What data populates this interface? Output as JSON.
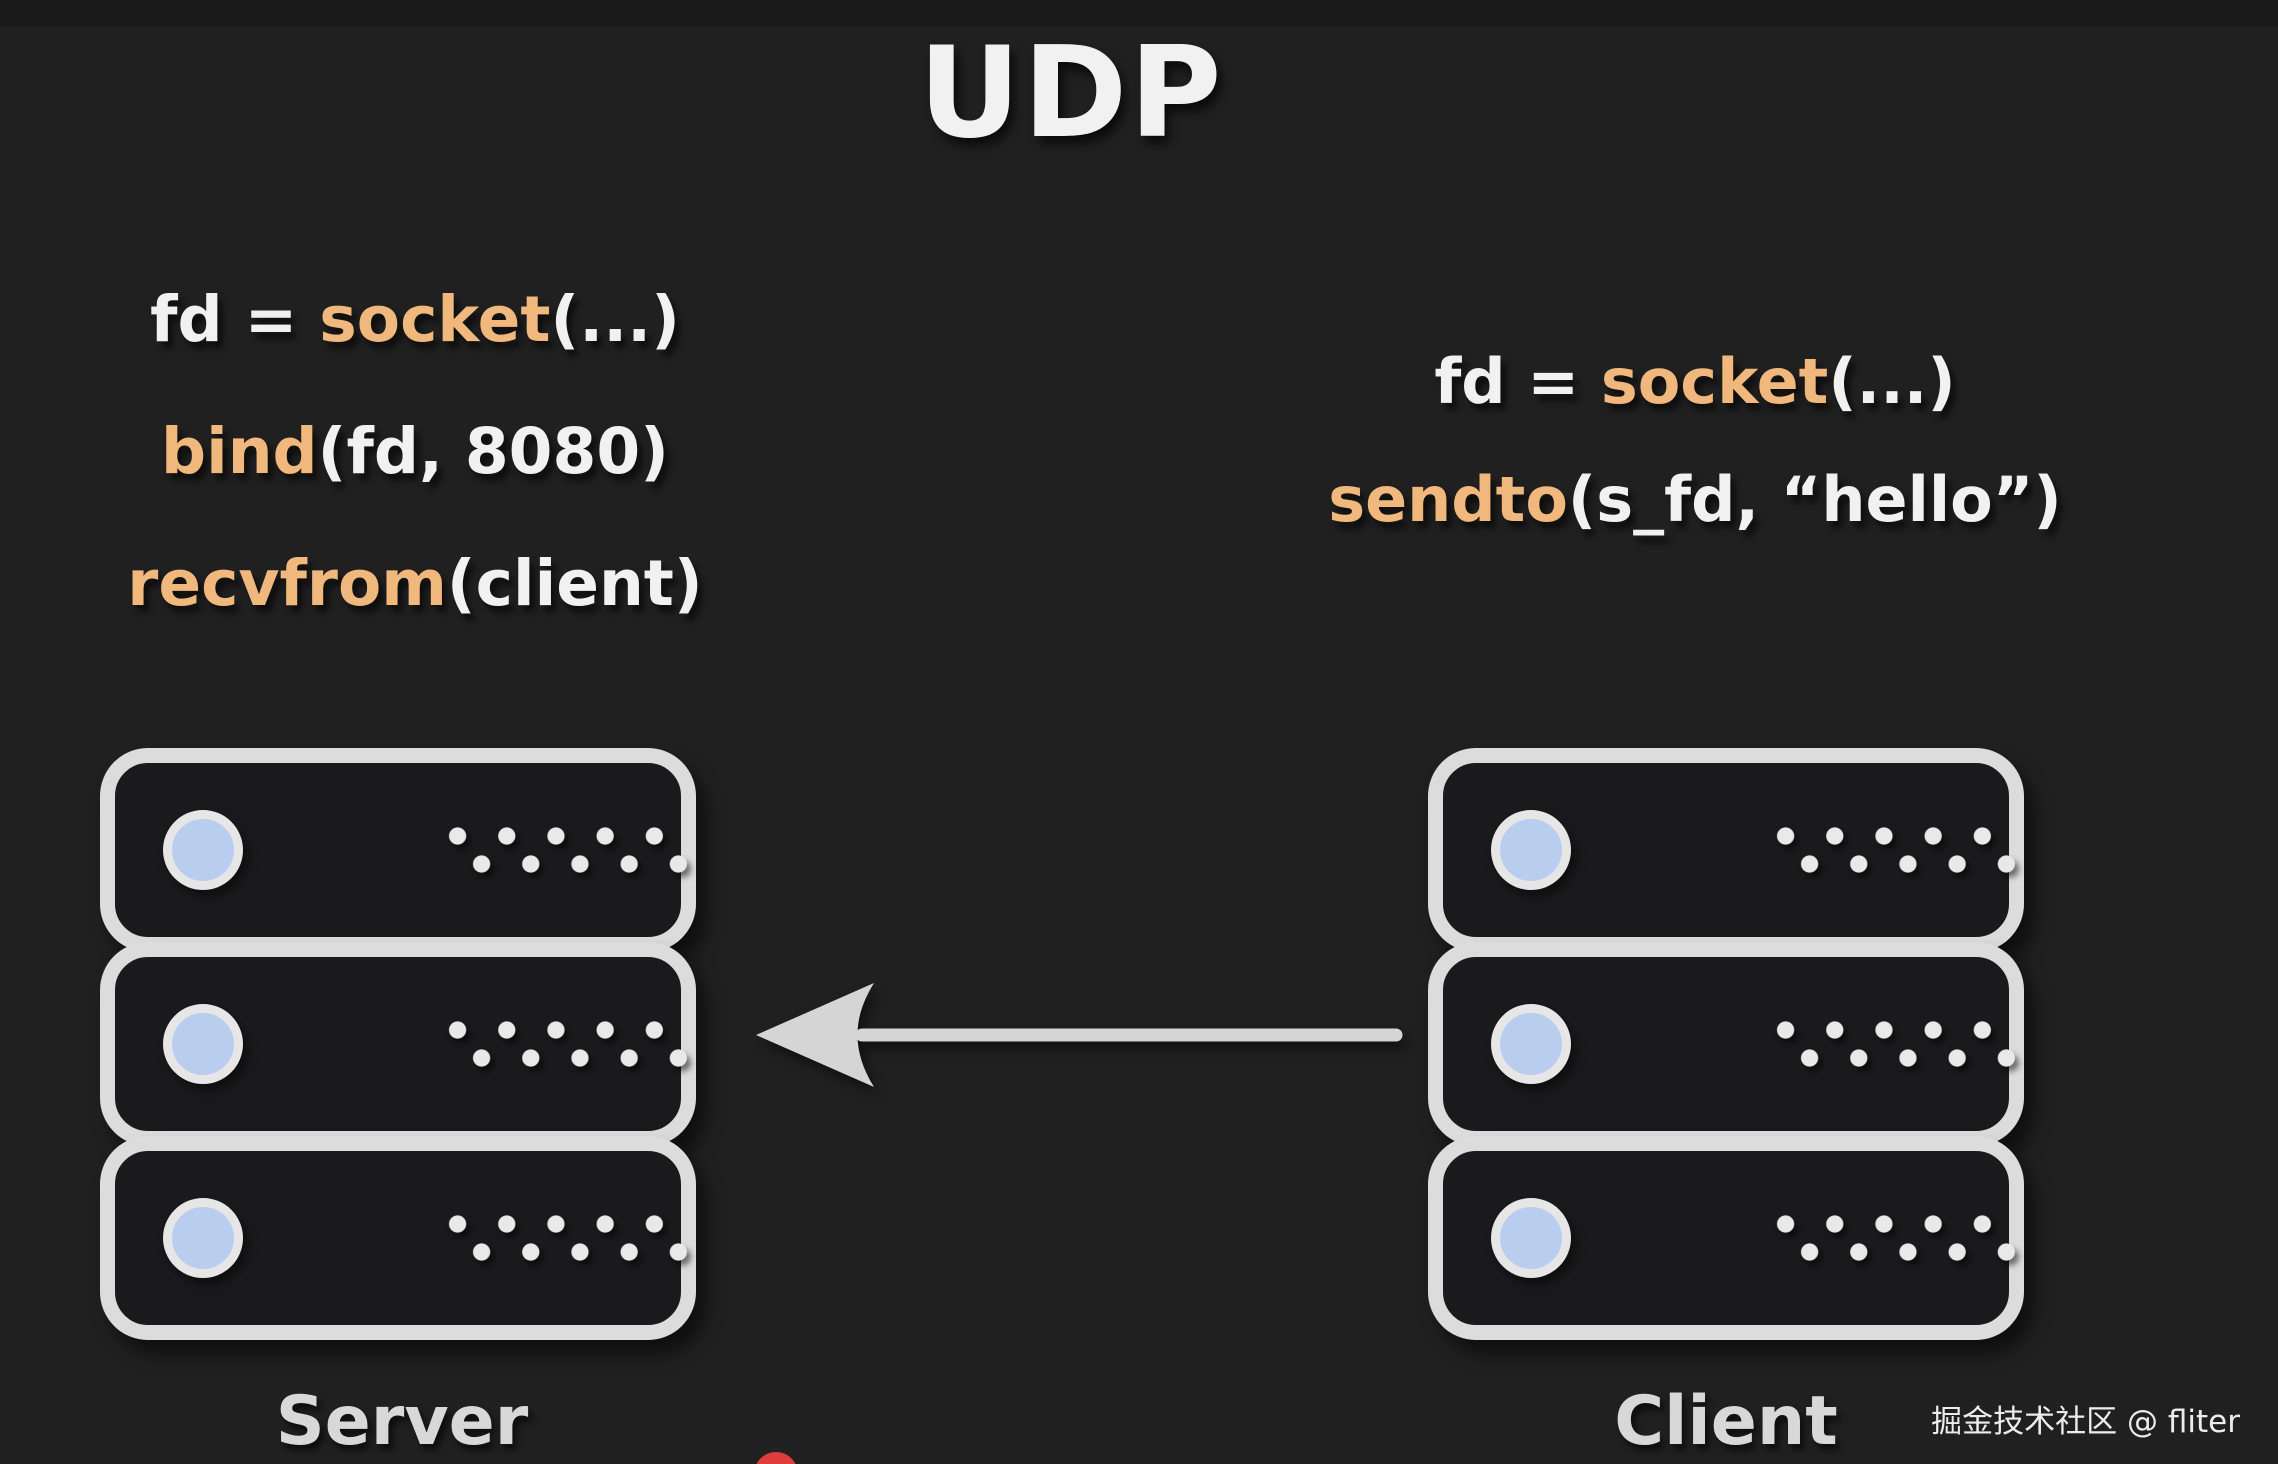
{
  "title": "UDP",
  "server": {
    "label": "Server",
    "code": [
      {
        "prefix": "fd = ",
        "fn": "socket",
        "suffix": "(...)"
      },
      {
        "prefix": "",
        "fn": "bind",
        "suffix": "(fd, 8080)"
      },
      {
        "prefix": "",
        "fn": "recvfrom",
        "suffix": "(client)"
      }
    ]
  },
  "client": {
    "label": "Client",
    "code": [
      {
        "prefix": "fd = ",
        "fn": "socket",
        "suffix": "(...)"
      },
      {
        "prefix": "",
        "fn": "sendto",
        "suffix": "(s_fd, “hello”)"
      }
    ]
  },
  "arrow": {
    "from": "Client",
    "to": "Server",
    "direction": "right-to-left"
  },
  "watermark": "掘金技术社区 @ fliter",
  "racks": {
    "units_per_rack": 3,
    "led_per_unit": 1,
    "vent_dot_rows": 2,
    "vent_dots_per_row": 5
  },
  "colors": {
    "background": "#202020",
    "text_white": "#f1f1f1",
    "code_orange": "#f0b87c",
    "label_gray": "#d8d8d8",
    "rack_border": "#dcdcdc",
    "rack_fill": "#1a1a1c",
    "led_ring": "#e6e6e6",
    "led_fill": "#b9cdef",
    "dot_white": "#e9e9e9",
    "arrow_gray": "#d5d5d5",
    "record_red": "#e23b3b"
  },
  "icons": {
    "server_rack": "server-rack-icon",
    "led": "led-indicator-icon",
    "vents": "vent-dots-icon",
    "arrow": "arrow-left-icon",
    "red_dot": "red-pointer-dot-icon"
  }
}
